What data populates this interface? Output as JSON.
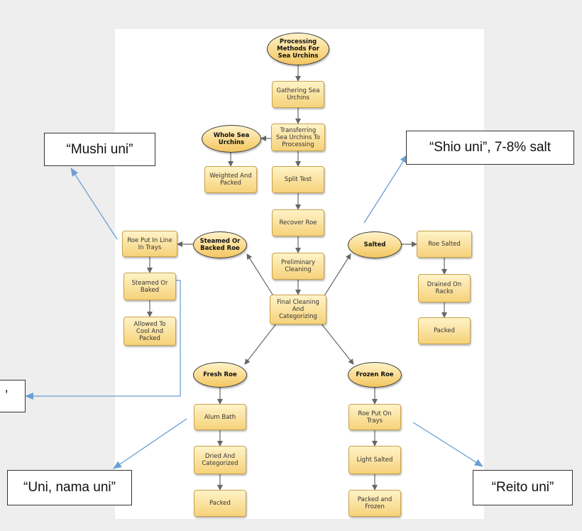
{
  "nodes": {
    "processing_methods": "Processing Methods For Sea Urchins",
    "gathering": "Gathering Sea Urchins",
    "transferring": "Transferring Sea Urchins To Processing",
    "whole_sea_urchins": "Whole Sea Urchins",
    "weighted_packed": "Weighted And Packed",
    "split_test": "Split Test",
    "recover_roe": "Recover Roe",
    "preliminary_cleaning": "Preliminary Cleaning",
    "final_cleaning": "Final Cleaning And Categorizing",
    "steamed_roe": "Steamed Or Backed Roe",
    "roe_put_in_line": "Roe Put In Line In Trays",
    "steamed_or_baked": "Steamed Or Baked",
    "allowed_to_cool": "Allowed To Cool And Packed",
    "salted": "Salted",
    "roe_salted": "Roe Salted",
    "drained_on_racks": "Drained On Racks",
    "packed_salted": "Packed",
    "fresh_roe": "Fresh Roe",
    "alum_bath": "Alum Bath",
    "dried_categorized": "Dried And Categorized",
    "packed_fresh": "Packed",
    "frozen_roe": "Frozen Roe",
    "roe_put_on_trays": "Roe Put On Trays",
    "light_salted": "Light Salted",
    "packed_frozen": "Packed and Frozen"
  },
  "callouts": {
    "mushi": "“Mushi uni”",
    "shio": "“Shio uni”, 7-8% salt",
    "partial": "’",
    "nama": "“Uni, nama uni”",
    "reito": "“Reito uni”"
  },
  "colors": {
    "node_fill": "#f6d27a",
    "connector": "#666666",
    "callout_arrow": "#6a9fd4"
  }
}
